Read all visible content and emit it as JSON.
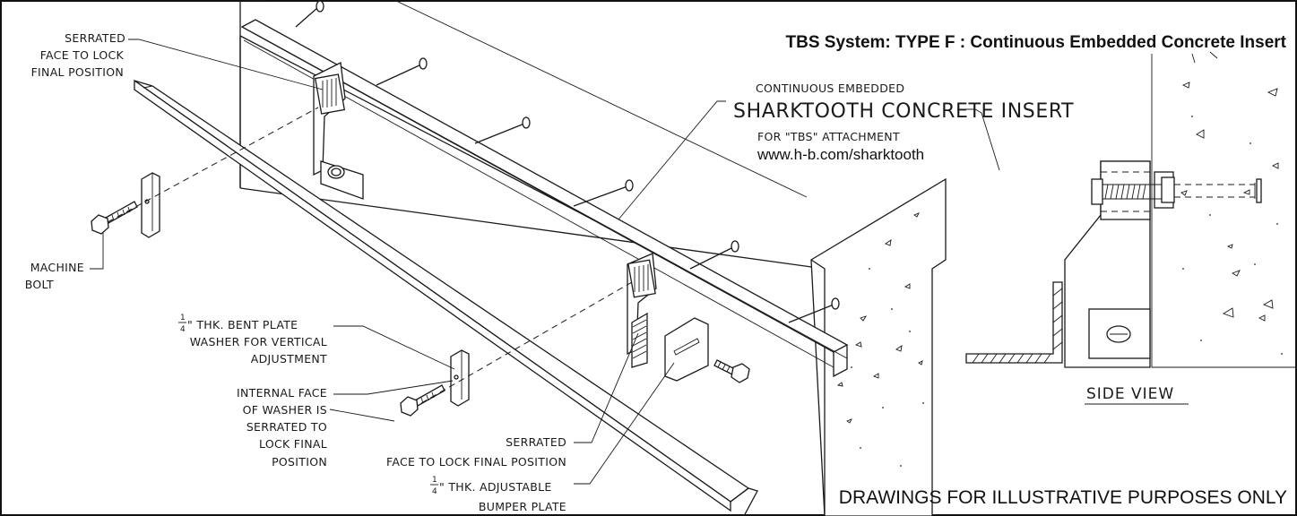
{
  "title": "TBS System: TYPE F : Continuous Embedded Concrete Insert",
  "footer": "DRAWINGS FOR ILLUSTRATIVE PURPOSES ONLY",
  "insert_callout": {
    "line1": "CONTINUOUS EMBEDDED",
    "line2": "SHARKTOOTH CONCRETE INSERT",
    "line3": "FOR \"TBS\" ATTACHMENT",
    "url": "www.h-b.com/sharktooth"
  },
  "labels": {
    "serrated_face_top": [
      "SERRATED",
      "FACE TO LOCK",
      "FINAL POSITION"
    ],
    "machine_bolt": [
      "MACHINE",
      "BOLT"
    ],
    "bent_plate": [
      "\" THK. BENT PLATE",
      "WASHER FOR VERTICAL",
      "ADJUSTMENT"
    ],
    "internal_face": [
      "INTERNAL FACE",
      "OF WASHER IS",
      "SERRATED TO",
      "LOCK FINAL",
      "POSITION"
    ],
    "serrated_face_bottom": [
      "SERRATED",
      "FACE TO LOCK FINAL POSITION"
    ],
    "bumper_plate": [
      "\" THK. ADJUSTABLE",
      "BUMPER PLATE"
    ],
    "fraction": {
      "num": "1",
      "den": "4"
    }
  },
  "side_view": "SIDE VIEW"
}
